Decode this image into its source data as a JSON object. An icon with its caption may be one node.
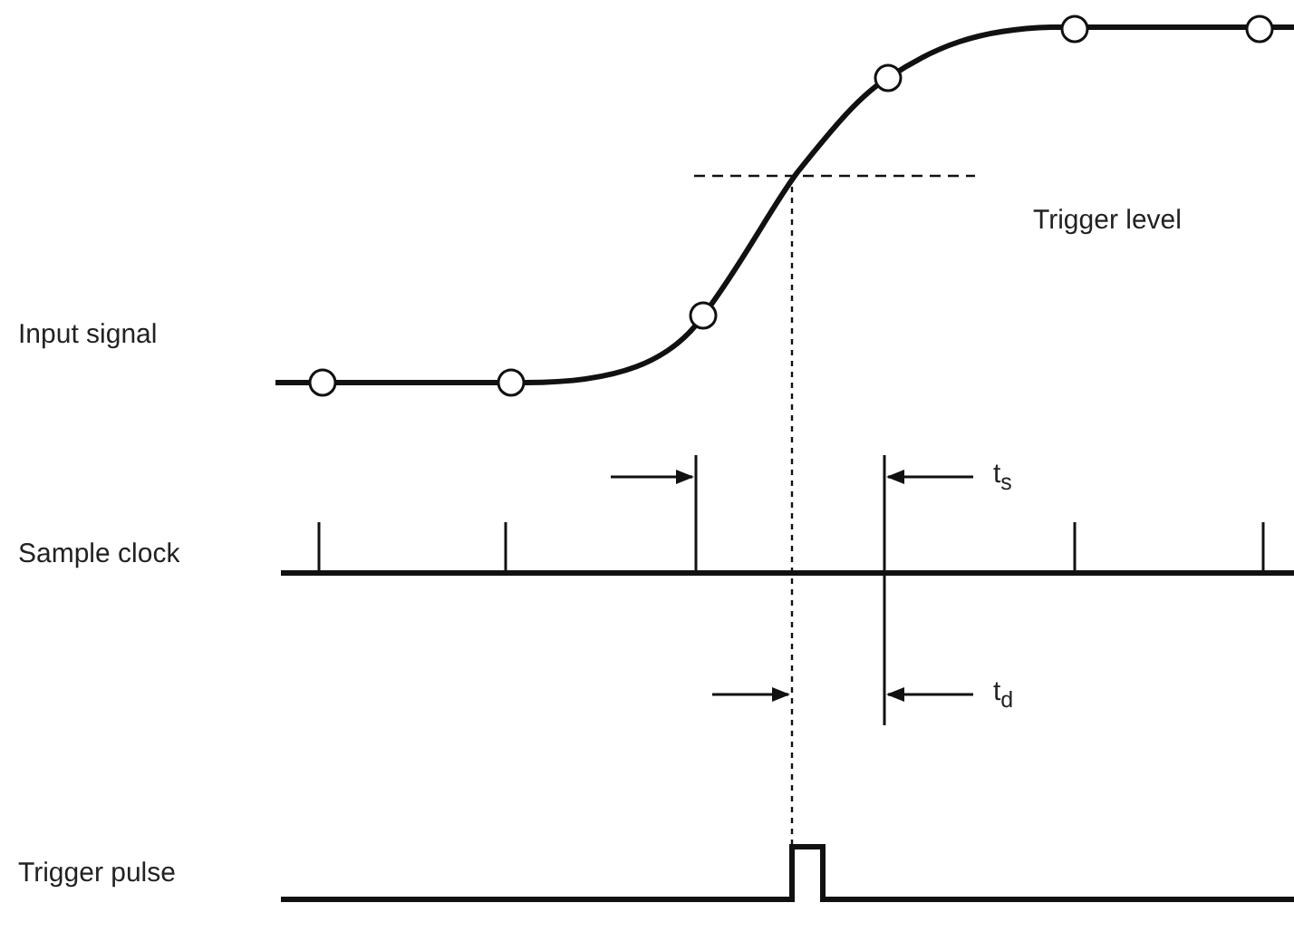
{
  "diagram": {
    "labels": [
      "Input signal",
      "Trigger level",
      "t$_{s}$",
      "Sample clock",
      "t$_{d}$",
      "Trigger pulse"
    ]
  }
}
